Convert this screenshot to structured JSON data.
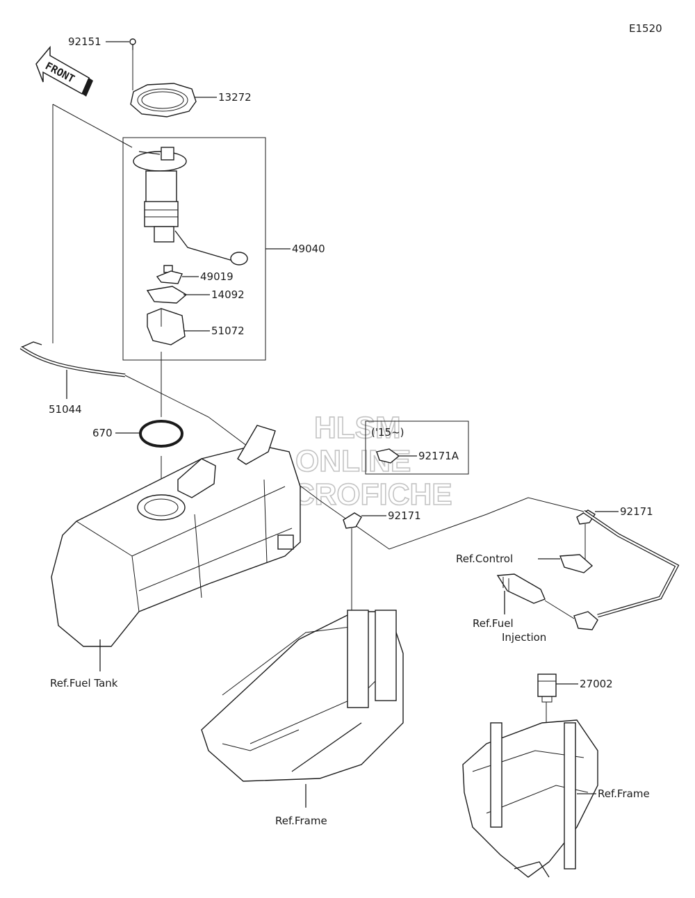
{
  "diagram_code": "E1520",
  "front_arrow": "FRONT",
  "watermark": {
    "line1": "HLSM",
    "line2": "ONLINE",
    "line3": "MICROFICHE"
  },
  "parts": {
    "p92151": "92151",
    "p13272": "13272",
    "p49040": "49040",
    "p49019": "49019",
    "p14092": "14092",
    "p51072": "51072",
    "p51044": "51044",
    "p670": "670",
    "p92171a": "92171A",
    "p92171_left": "92171",
    "p92171_right": "92171",
    "p27002": "27002"
  },
  "inset_note": "('15~)",
  "refs": {
    "fuel_tank": "Ref.Fuel Tank",
    "control": "Ref.Control",
    "fuel_injection_1": "Ref.Fuel",
    "fuel_injection_2": "Injection",
    "frame_center": "Ref.Frame",
    "frame_right": "Ref.Frame"
  }
}
